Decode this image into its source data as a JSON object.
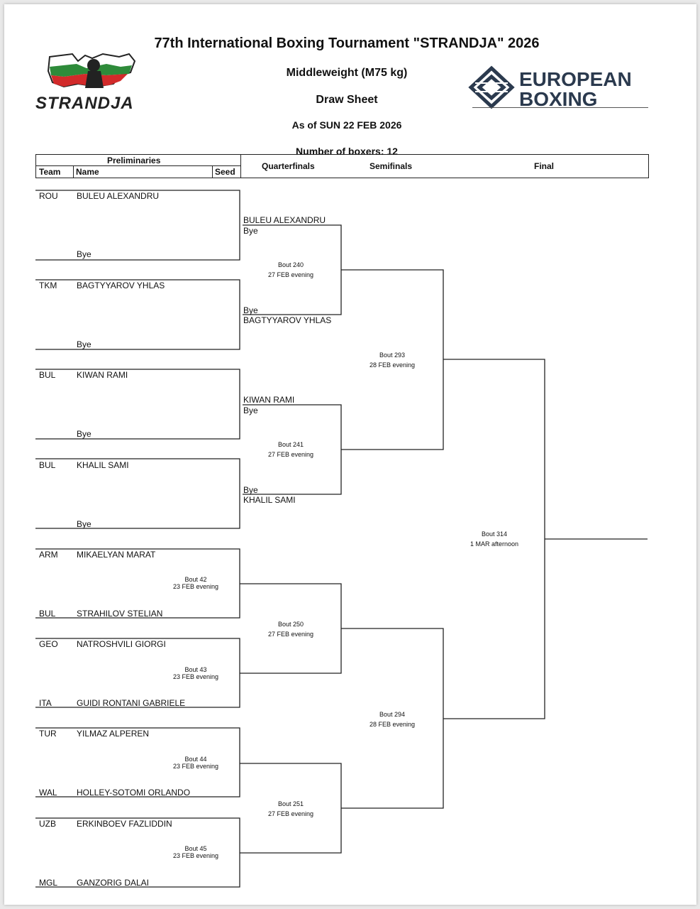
{
  "header": {
    "title": "77th International Boxing Tournament \"STRANDJA\" 2026",
    "subtitle": "Middleweight (M75 kg)",
    "sheet_name": "Draw Sheet",
    "as_of": "As of SUN 22 FEB 2026",
    "num_boxers": "Number of boxers: 12",
    "brand_left": "STRANDJA",
    "brand_right_line1": "EUROPEAN",
    "brand_right_line2": "BOXING",
    "colors": {
      "bulgaria_white": "#ffffff",
      "bulgaria_green": "#2e8b3a",
      "bulgaria_red": "#d22a2a",
      "eb_navy": "#2b3a4e"
    }
  },
  "columns": {
    "preliminaries": "Preliminaries",
    "team": "Team",
    "name": "Name",
    "seed": "Seed",
    "quarterfinals": "Quarterfinals",
    "semifinals": "Semifinals",
    "final": "Final"
  },
  "prelim": [
    {
      "team": "ROU",
      "name": "BULEU ALEXANDRU"
    },
    {
      "team": "",
      "name": "Bye"
    },
    {
      "team": "TKM",
      "name": "BAGTYYAROV YHLAS"
    },
    {
      "team": "",
      "name": "Bye"
    },
    {
      "team": "BUL",
      "name": "KIWAN RAMI"
    },
    {
      "team": "",
      "name": "Bye"
    },
    {
      "team": "BUL",
      "name": "KHALIL SAMI"
    },
    {
      "team": "",
      "name": "Bye"
    },
    {
      "team": "ARM",
      "name": "MIKAELYAN MARAT"
    },
    {
      "team": "BUL",
      "name": "STRAHILOV STELIAN"
    },
    {
      "team": "GEO",
      "name": "NATROSHVILI GIORGI"
    },
    {
      "team": "ITA",
      "name": "GUIDI RONTANI GABRIELE"
    },
    {
      "team": "TUR",
      "name": "YILMAZ ALPEREN"
    },
    {
      "team": "WAL",
      "name": "HOLLEY-SOTOMI ORLANDO"
    },
    {
      "team": "UZB",
      "name": "ERKINBOEV FAZLIDDIN"
    },
    {
      "team": "MGL",
      "name": "GANZORIG DALAI"
    }
  ],
  "prelim_bouts": [
    {
      "bout": "Bout 42",
      "time": "23 FEB evening"
    },
    {
      "bout": "Bout 43",
      "time": "23 FEB evening"
    },
    {
      "bout": "Bout 44",
      "time": "23 FEB evening"
    },
    {
      "bout": "Bout 45",
      "time": "23 FEB evening"
    }
  ],
  "quarterfinals": [
    {
      "top_name": "BULEU ALEXANDRU",
      "top_sub": "Bye",
      "bot_sub": "Bye",
      "bot_name": "BAGTYYAROV YHLAS",
      "bout": "Bout 240",
      "time": "27 FEB evening"
    },
    {
      "top_name": "KIWAN RAMI",
      "top_sub": "Bye",
      "bot_sub": "Bye",
      "bot_name": "KHALIL SAMI",
      "bout": "Bout 241",
      "time": "27 FEB evening"
    },
    {
      "bout": "Bout 250",
      "time": "27 FEB evening"
    },
    {
      "bout": "Bout 251",
      "time": "27 FEB evening"
    }
  ],
  "semifinals": [
    {
      "bout": "Bout 293",
      "time": "28 FEB evening"
    },
    {
      "bout": "Bout 294",
      "time": "28 FEB evening"
    }
  ],
  "final": {
    "bout": "Bout 314",
    "time": "1 MAR afternoon"
  }
}
